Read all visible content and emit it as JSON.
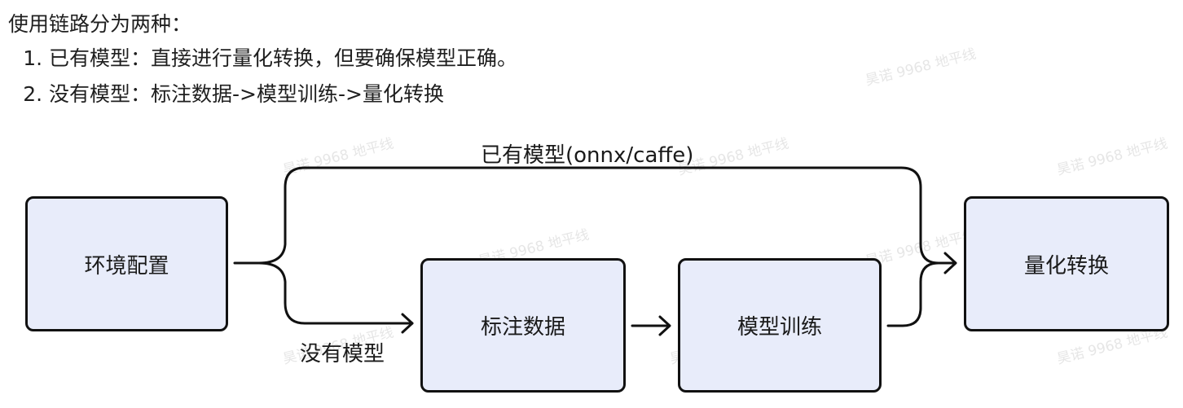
{
  "intro": {
    "heading": "使用链路分为两种：",
    "items": [
      "已有模型：直接进行量化转换，但要确保模型正确。",
      "没有模型：标注数据->模型训练->量化转换"
    ]
  },
  "diagram": {
    "nodes": {
      "env": "环境配置",
      "label": "标注数据",
      "train": "模型训练",
      "quant": "量化转换"
    },
    "edge_labels": {
      "has_model": "已有模型(onnx/caffe)",
      "no_model": "没有模型"
    }
  },
  "watermark_text": "昊诺 9968 地平线",
  "colors": {
    "node_fill": "#e8ecfa",
    "stroke": "#111111"
  }
}
